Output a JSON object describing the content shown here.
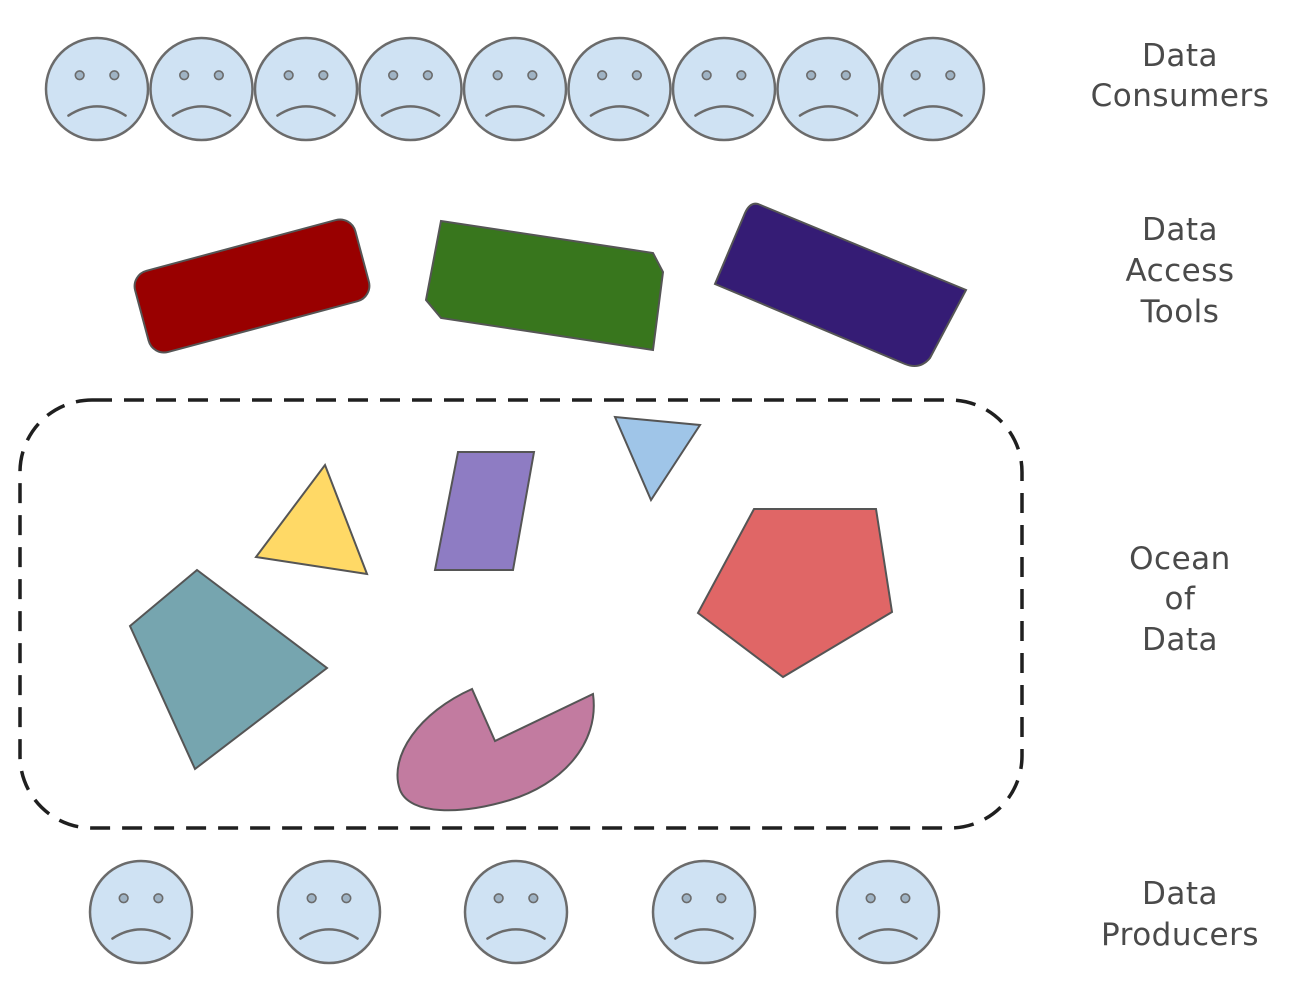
{
  "labels": {
    "consumers": [
      "Data",
      "Consumers"
    ],
    "tools": [
      "Data",
      "Access",
      "Tools"
    ],
    "ocean": [
      "Ocean",
      "of",
      "Data"
    ],
    "producers": [
      "Data",
      "Producers"
    ]
  },
  "faces": {
    "consumer_count": 9,
    "producer_count": 5,
    "icon": "sad-face-icon"
  },
  "colors": {
    "face_fill": "#cfe2f3",
    "tool_red": "#990000",
    "tool_green": "#38761d",
    "tool_purple": "#351c75",
    "triangle_yellow": "#ffd966",
    "parallelogram_purple": "#8e7cc3",
    "triangle_blue": "#9fc5e8",
    "pentagon_red": "#e06666",
    "quad_teal": "#76a5af",
    "pie_pink": "#c27ba0"
  }
}
